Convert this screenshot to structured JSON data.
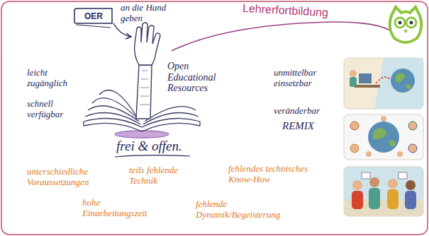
{
  "diagram": {
    "title": "Lehrerfortbildung",
    "nodes": [
      {
        "text": [
          "OER"
        ]
      }
    ],
    "labels": [
      "an die Hand geben",
      "Open Educational Resources",
      "leicht zugänglich",
      "schnell verfügbar",
      "unmittelbar einsetzbar",
      "veränderbar",
      "REMIX",
      "frei & offen.",
      "unterschiedliche Voraussetzungen",
      "teils fehlende Technik",
      "fehlendes technisches Know-How",
      "hohe Einarbeitungszeit",
      "fehlende Dynamik/Begeisterung"
    ]
  }
}
